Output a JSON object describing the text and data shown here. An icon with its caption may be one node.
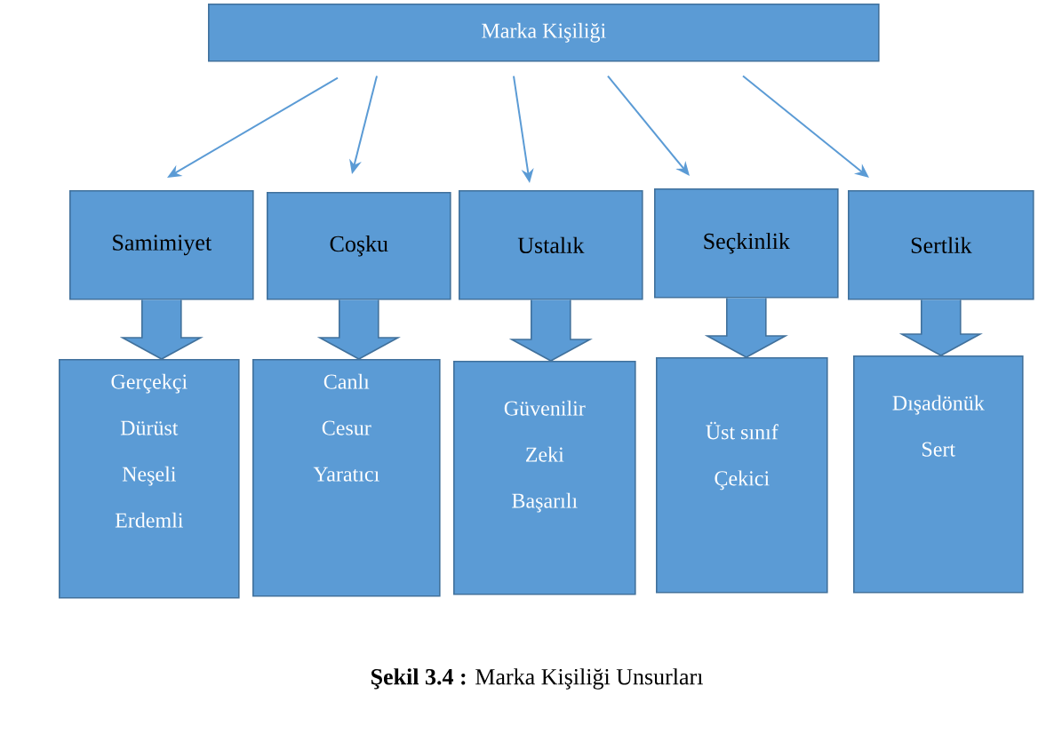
{
  "diagram": {
    "caption": "**Şekil 3.4 :** Marka Kişiliği Unsurları",
    "nodes": [
      {
        "text": [
          "Marka Kişiliği"
        ]
      },
      {
        "text": [
          "Samimiyet"
        ]
      },
      {
        "text": [
          "Coşku"
        ]
      },
      {
        "text": [
          "Ustalık"
        ]
      },
      {
        "text": [
          "Seçkinlik"
        ]
      },
      {
        "text": [
          "Sertlik"
        ]
      },
      {
        "text": [
          "Gerçekçi",
          "Dürüst",
          "Neşeli",
          "Erdemli"
        ]
      },
      {
        "text": [
          "Canlı",
          "Cesur",
          "Yaratıcı"
        ]
      },
      {
        "text": [
          "Güvenilir",
          "Zeki",
          "Başarılı"
        ]
      },
      {
        "text": [
          "Üst sınıf",
          "Çekici"
        ]
      },
      {
        "text": [
          "Dışadönük",
          "Sert"
        ]
      }
    ],
    "edges": [
      {
        "from": 0,
        "to": 1,
        "arrow": "to"
      },
      {
        "from": 0,
        "to": 2,
        "arrow": "to"
      },
      {
        "from": 0,
        "to": 3,
        "arrow": "to"
      },
      {
        "from": 0,
        "to": 4,
        "arrow": "to"
      },
      {
        "from": 0,
        "to": 5,
        "arrow": "to"
      },
      {
        "from": 1,
        "to": 6,
        "arrow": "to",
        "style": "thick"
      },
      {
        "from": 2,
        "to": 7,
        "arrow": "to",
        "style": "thick"
      },
      {
        "from": 3,
        "to": 8,
        "arrow": "to",
        "style": "thick"
      },
      {
        "from": 4,
        "to": 9,
        "arrow": "to",
        "style": "thick"
      },
      {
        "from": 5,
        "to": 10,
        "arrow": "to",
        "style": "thick"
      }
    ]
  }
}
